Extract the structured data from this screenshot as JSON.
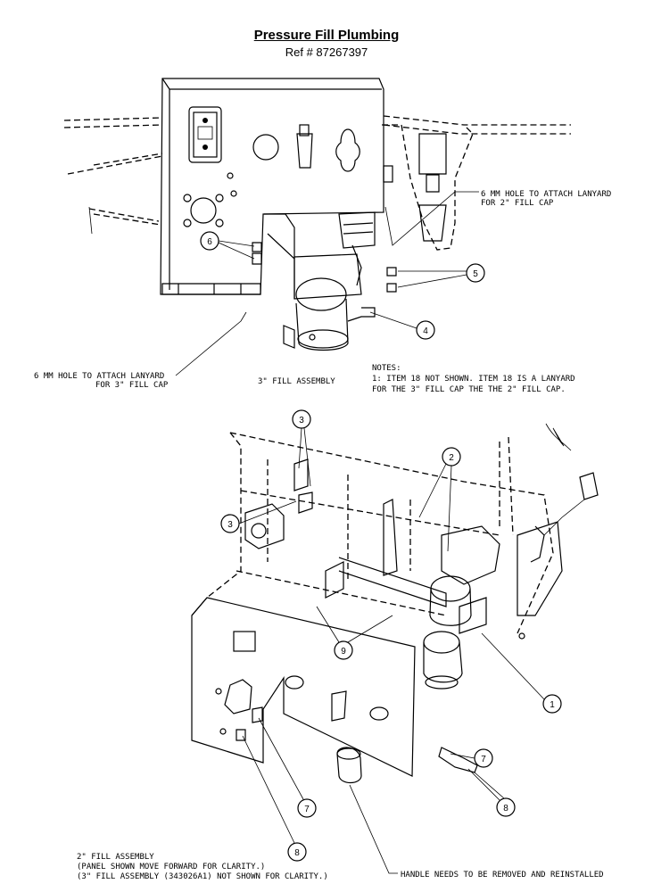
{
  "title": "Pressure Fill Plumbing",
  "ref": "Ref # 87267397",
  "top_view": {
    "callouts": [
      "6",
      "5",
      "4"
    ],
    "label_lanyard_2in_line1": "6 MM HOLE TO ATTACH LANYARD",
    "label_lanyard_2in_line2": "FOR 2\" FILL CAP",
    "label_lanyard_3in_line1": "6 MM HOLE TO ATTACH LANYARD",
    "label_lanyard_3in_line2": "FOR 3\" FILL CAP",
    "assembly_label": "3\" FILL ASSEMBLY",
    "notes_line1": "NOTES:",
    "notes_line2": "1:  ITEM 18 NOT SHOWN.  ITEM 18 IS A LANYARD",
    "notes_line3": "FOR THE 3\" FILL CAP THE THE 2\" FILL CAP."
  },
  "bottom_view": {
    "callouts": [
      "3",
      "3",
      "2",
      "9",
      "1",
      "7",
      "8",
      "7",
      "8"
    ],
    "assembly_line1": "2\" FILL ASSEMBLY",
    "assembly_line2": "(PANEL SHOWN MOVE FORWARD FOR CLARITY.)",
    "assembly_line3": "(3\" FILL ASSEMBLY (343026A1) NOT SHOWN FOR CLARITY.)",
    "handle_note": "HANDLE NEEDS TO BE REMOVED AND REINSTALLED"
  }
}
